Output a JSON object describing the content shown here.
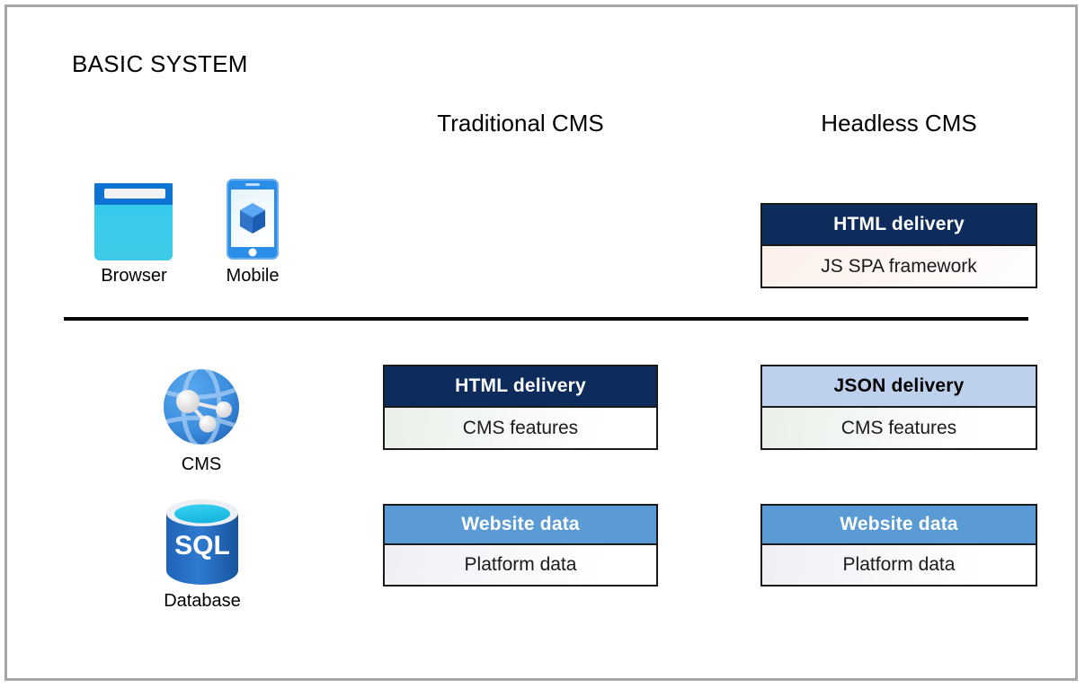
{
  "diagram": {
    "title": "BASIC SYSTEM",
    "columns": [
      {
        "id": "traditional",
        "label": "Traditional CMS"
      },
      {
        "id": "headless",
        "label": "Headless CMS"
      }
    ],
    "icons": [
      {
        "id": "browser",
        "name": "browser-icon",
        "label": "Browser"
      },
      {
        "id": "mobile",
        "name": "mobile-icon",
        "label": "Mobile"
      },
      {
        "id": "cms",
        "name": "cms-globe-icon",
        "label": "CMS"
      },
      {
        "id": "database",
        "name": "sql-database-icon",
        "label": "Database",
        "badge": "SQL"
      }
    ],
    "boxes": {
      "client_headless": {
        "header": "HTML delivery",
        "body": "JS SPA framework"
      },
      "cms_traditional": {
        "header": "HTML delivery",
        "body": "CMS features"
      },
      "cms_headless": {
        "header": "JSON delivery",
        "body": "CMS features"
      },
      "db_traditional": {
        "header": "Website data",
        "body": "Platform data"
      },
      "db_headless": {
        "header": "Website data",
        "body": "Platform data"
      }
    },
    "colors": {
      "navy": "#0d2c5c",
      "light_blue": "#bdd0ec",
      "blue": "#5b9bd5",
      "frame_border": "#a6a6a6",
      "divider": "#000000",
      "text": "#000000"
    }
  }
}
